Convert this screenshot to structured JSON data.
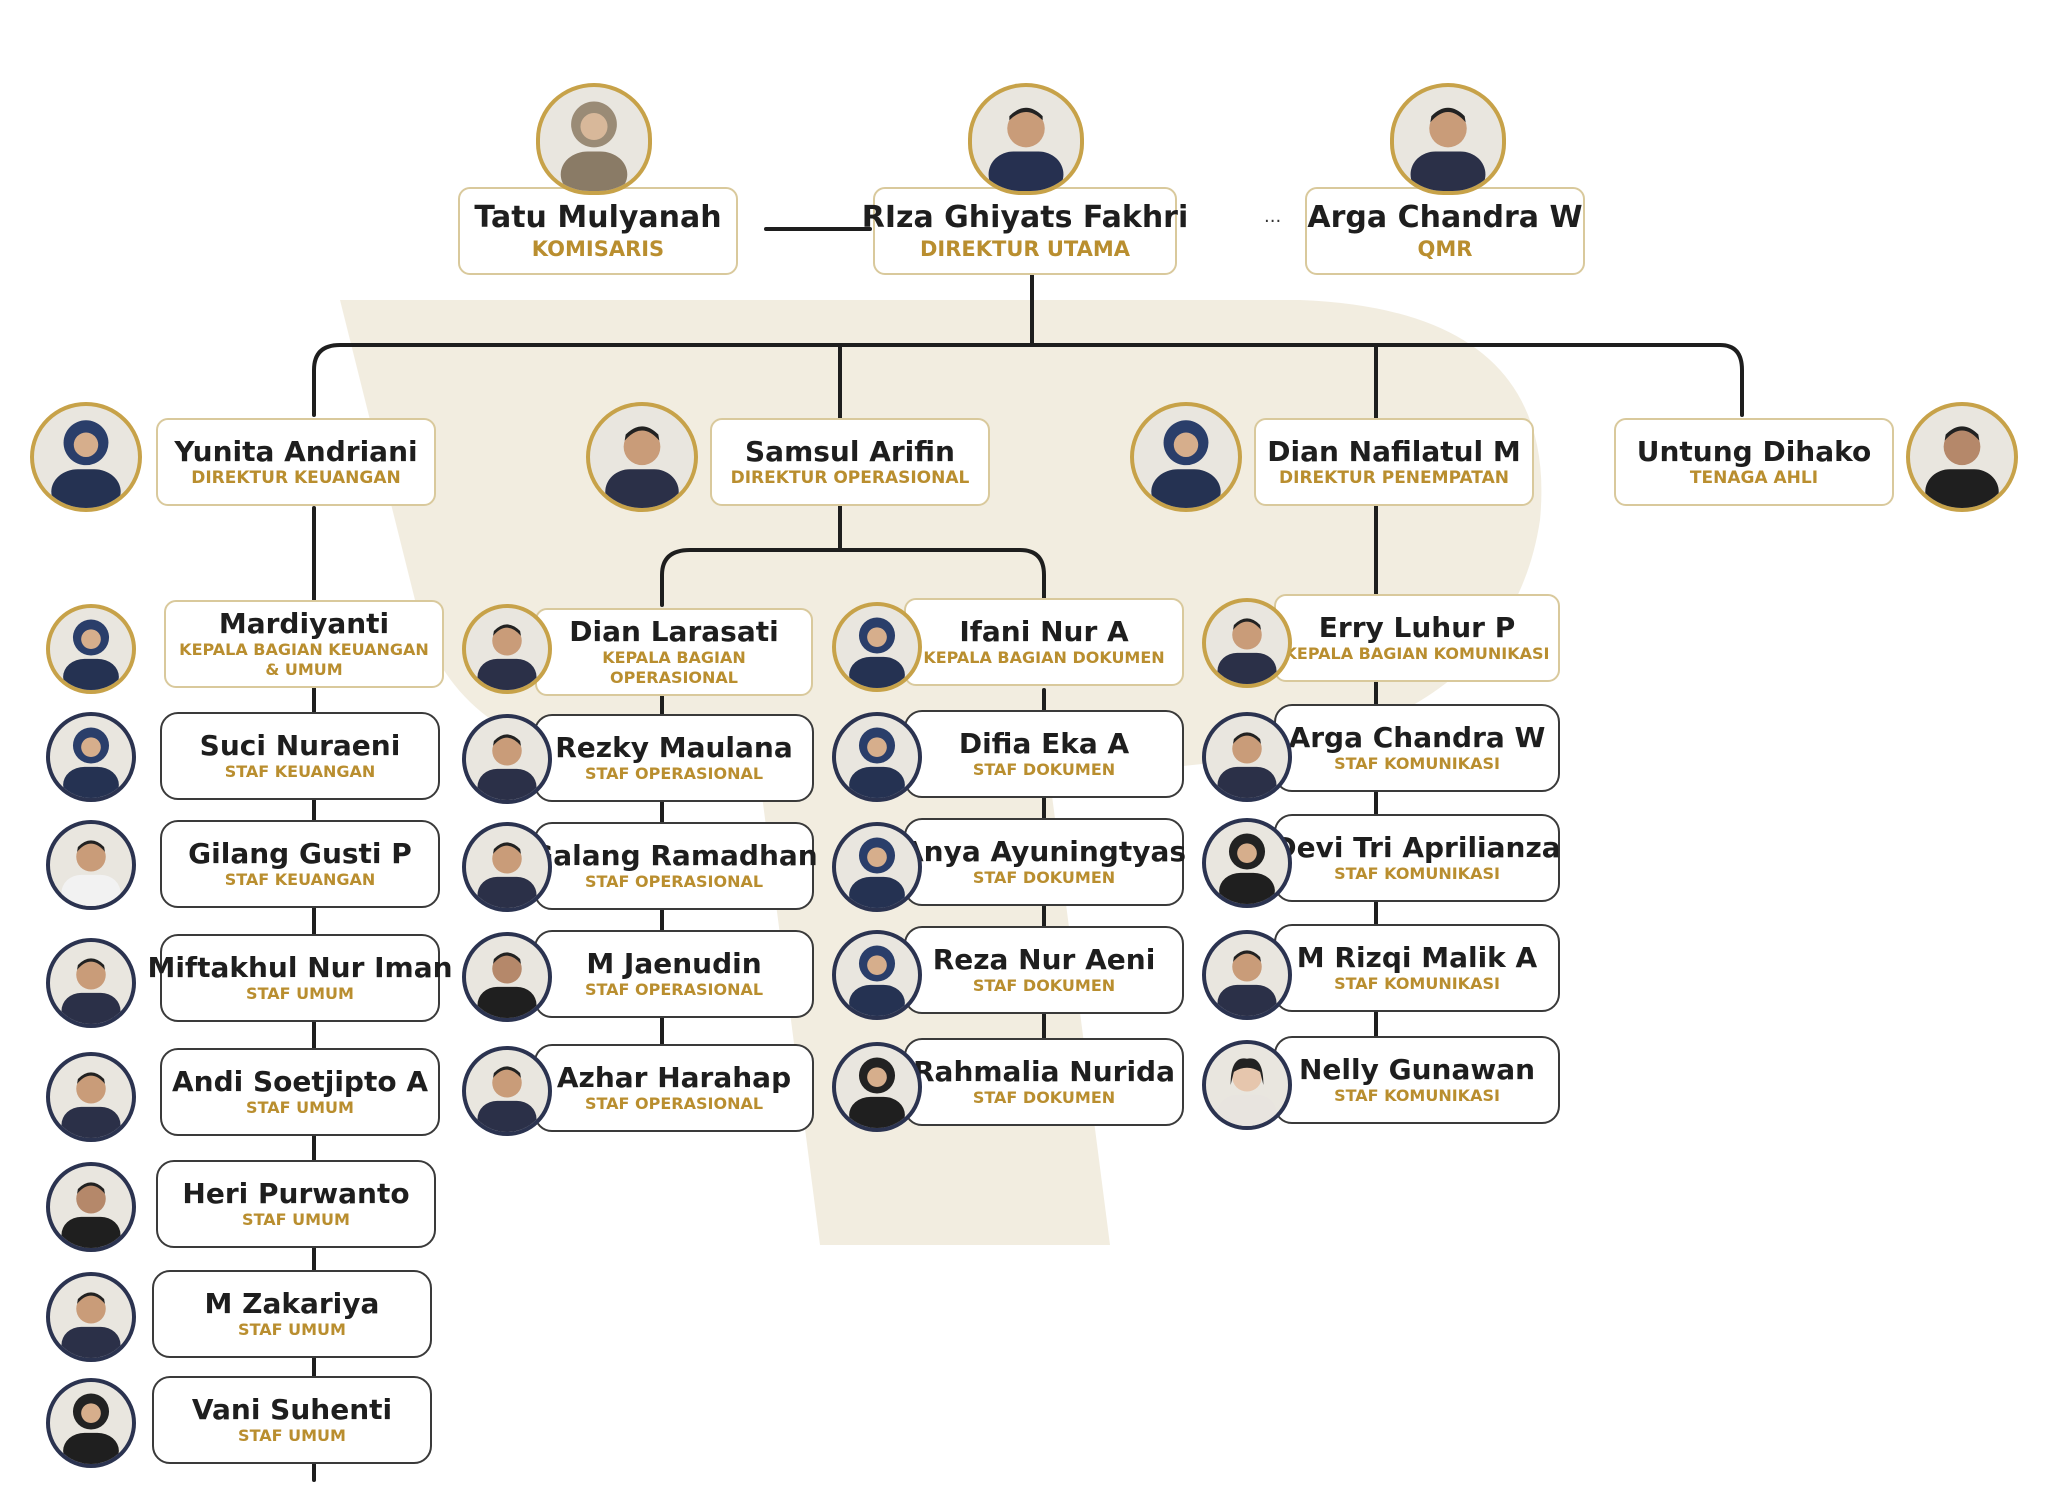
{
  "colors": {
    "gold": "#c7a249",
    "role_text": "#b98e2f",
    "line": "#1e1e1e",
    "avatar_ring_navy": "#2b3350",
    "watermark": "#eee7d6"
  },
  "connector_text": "...",
  "top": [
    {
      "name": "Tatu Mulyanah",
      "role": "KOMISARIS",
      "icon": "person-hijab-icon"
    },
    {
      "name": "RIza Ghiyats Fakhri",
      "role": "DIREKTUR UTAMA",
      "icon": "person-suit-icon"
    },
    {
      "name": "Arga Chandra W",
      "role": "QMR",
      "icon": "person-icon"
    }
  ],
  "directors": [
    {
      "name": "Yunita Andriani",
      "role": "DIREKTUR KEUANGAN",
      "icon": "person-hijab-icon"
    },
    {
      "name": "Samsul Arifin",
      "role": "DIREKTUR OPERASIONAL",
      "icon": "person-icon"
    },
    {
      "name": "Dian Nafilatul M",
      "role": "DIREKTUR PENEMPATAN",
      "icon": "person-hijab-icon"
    },
    {
      "name": "Untung Dihako",
      "role": "TENAGA AHLI",
      "icon": "person-icon"
    }
  ],
  "heads": [
    {
      "name": "Mardiyanti",
      "role": "KEPALA BAGIAN KEUANGAN & UMUM"
    },
    {
      "name": "Dian Larasati",
      "role": "KEPALA BAGIAN OPERASIONAL"
    },
    {
      "name": "Ifani Nur A",
      "role": "KEPALA BAGIAN DOKUMEN"
    },
    {
      "name": "Erry Luhur P",
      "role": "KEPALA BAGIAN KOMUNIKASI"
    }
  ],
  "staff_keuangan": [
    {
      "name": "Suci Nuraeni",
      "role": "STAF KEUANGAN"
    },
    {
      "name": "Gilang Gusti P",
      "role": "STAF KEUANGAN"
    },
    {
      "name": "Miftakhul Nur Iman",
      "role": "STAF UMUM"
    },
    {
      "name": "Andi Soetjipto A",
      "role": "STAF UMUM"
    },
    {
      "name": "Heri Purwanto",
      "role": "STAF UMUM"
    },
    {
      "name": "M Zakariya",
      "role": "STAF UMUM"
    },
    {
      "name": "Vani Suhenti",
      "role": "STAF UMUM"
    }
  ],
  "staff_operasional": [
    {
      "name": "Rezky Maulana",
      "role": "STAF OPERASIONAL"
    },
    {
      "name": "Galang Ramadhan",
      "role": "STAF OPERASIONAL"
    },
    {
      "name": "M Jaenudin",
      "role": "STAF OPERASIONAL"
    },
    {
      "name": "Azhar Harahap",
      "role": "STAF OPERASIONAL"
    }
  ],
  "staff_dokumen": [
    {
      "name": "Difia Eka A",
      "role": "STAF DOKUMEN"
    },
    {
      "name": "Anya Ayuningtyas",
      "role": "STAF DOKUMEN"
    },
    {
      "name": "Reza Nur Aeni",
      "role": "STAF DOKUMEN"
    },
    {
      "name": "Rahmalia Nurida",
      "role": "STAF DOKUMEN"
    }
  ],
  "staff_komunikasi": [
    {
      "name": "Arga Chandra W",
      "role": "STAF KOMUNIKASI"
    },
    {
      "name": "Devi Tri Aprilianza",
      "role": "STAF KOMUNIKASI"
    },
    {
      "name": "M Rizqi Malik A",
      "role": "STAF KOMUNIKASI"
    },
    {
      "name": "Nelly Gunawan",
      "role": "STAF KOMUNIKASI"
    }
  ]
}
